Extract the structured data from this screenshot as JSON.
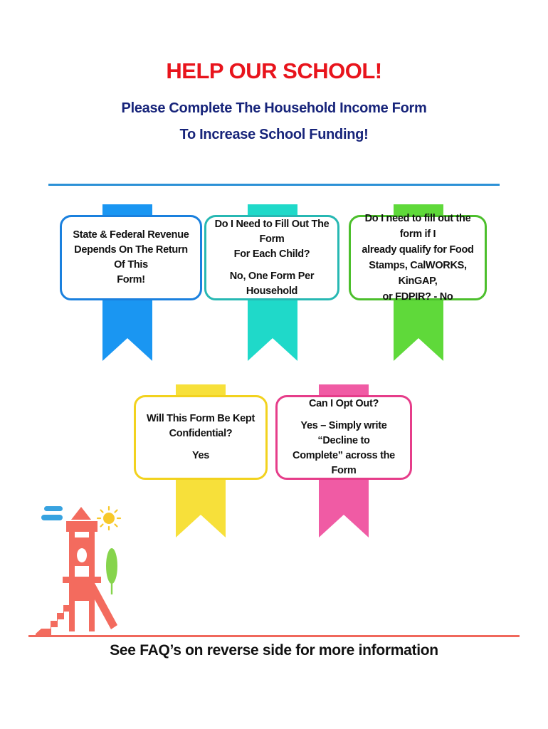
{
  "header": {
    "title": "HELP OUR SCHOOL!",
    "subtitle_line1": "Please Complete The Household Income Form",
    "subtitle_line2": "To Increase School Funding!"
  },
  "cards": [
    {
      "lines": [
        "State & Federal Revenue",
        "Depends On The Return Of This",
        "Form!"
      ],
      "answer": "",
      "color": "#1a96f2"
    },
    {
      "lines": [
        "Do I Need to Fill Out The Form",
        "For Each Child?"
      ],
      "answer": "No, One Form Per Household",
      "color": "#1fd9c9"
    },
    {
      "lines": [
        "Do I need to fill out the form if I",
        "already qualify for Food",
        "Stamps, CalWORKS, KinGAP,",
        "or FDPIR? - No"
      ],
      "answer": "",
      "color": "#5fd93a"
    },
    {
      "lines": [
        "Will This Form Be Kept",
        "Confidential?"
      ],
      "answer": "Yes",
      "color": "#f7e03a"
    },
    {
      "lines": [
        "Can I Opt Out?"
      ],
      "answer_lines": [
        "Yes – Simply write “Decline to",
        "Complete” across the Form"
      ],
      "color": "#f05ba4"
    }
  ],
  "footer": {
    "text": "See FAQ’s on reverse side for more information"
  },
  "colors": {
    "title": "#e8141c",
    "subtitle": "#17247a",
    "rule_top": "#2c91d6",
    "rule_bottom": "#f0685c",
    "playground": "#f36b5e",
    "sun": "#f7c82a",
    "tree": "#86d44c",
    "cloud": "#38a3e0"
  }
}
